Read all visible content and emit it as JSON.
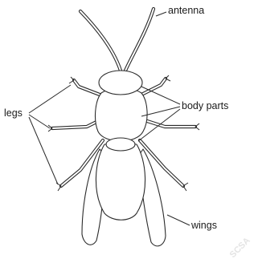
{
  "labels": {
    "antenna": "antenna",
    "legs": "legs",
    "body_parts": "body parts",
    "wings": "wings"
  },
  "watermark": "SCSA"
}
